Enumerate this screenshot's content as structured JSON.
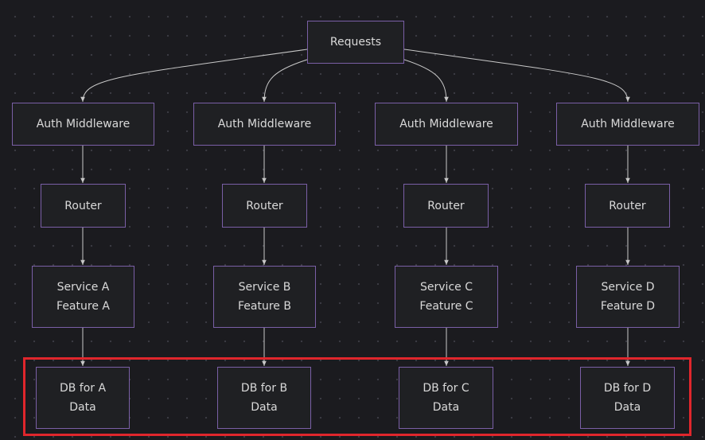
{
  "diagram": {
    "colors": {
      "background": "#1b1b1f",
      "node_border": "#7a5fa6",
      "node_fill": "#1f2023",
      "text": "#d9d9d9",
      "edge": "#c8c8c8",
      "highlight": "#e0262c"
    },
    "root": {
      "label": "Requests"
    },
    "branches": [
      {
        "auth": "Auth Middleware",
        "router": "Router",
        "service": {
          "line1": "Service A",
          "line2": "Feature A"
        },
        "db": {
          "line1": "DB for A",
          "line2": "Data"
        }
      },
      {
        "auth": "Auth Middleware",
        "router": "Router",
        "service": {
          "line1": "Service B",
          "line2": "Feature B"
        },
        "db": {
          "line1": "DB for B",
          "line2": "Data"
        }
      },
      {
        "auth": "Auth Middleware",
        "router": "Router",
        "service": {
          "line1": "Service C",
          "line2": "Feature C"
        },
        "db": {
          "line1": "DB for C",
          "line2": "Data"
        }
      },
      {
        "auth": "Auth Middleware",
        "router": "Router",
        "service": {
          "line1": "Service D",
          "line2": "Feature D"
        },
        "db": {
          "line1": "DB for D",
          "line2": "Data"
        }
      }
    ],
    "highlighted_row": "db"
  }
}
